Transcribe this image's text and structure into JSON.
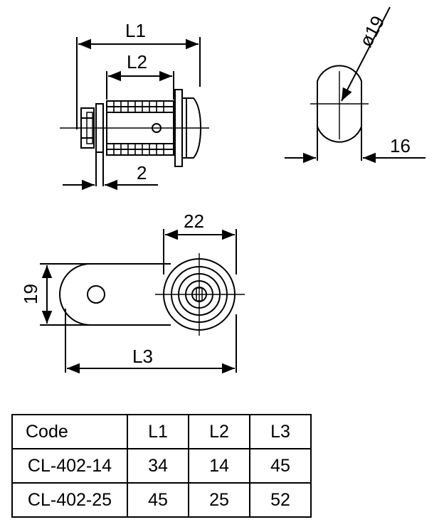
{
  "side_view": {
    "l1_label": "L1",
    "l2_label": "L2",
    "flange_label": "2"
  },
  "end_view": {
    "diameter_label": "ø19",
    "flat_label": "16"
  },
  "bottom_view": {
    "width_label": "22",
    "height_label": "19",
    "l3_label": "L3"
  },
  "table": {
    "headers": [
      "Code",
      "L1",
      "L2",
      "L3"
    ],
    "rows": [
      [
        "CL-402-14",
        "34",
        "14",
        "45"
      ],
      [
        "CL-402-25",
        "45",
        "25",
        "52"
      ]
    ]
  }
}
